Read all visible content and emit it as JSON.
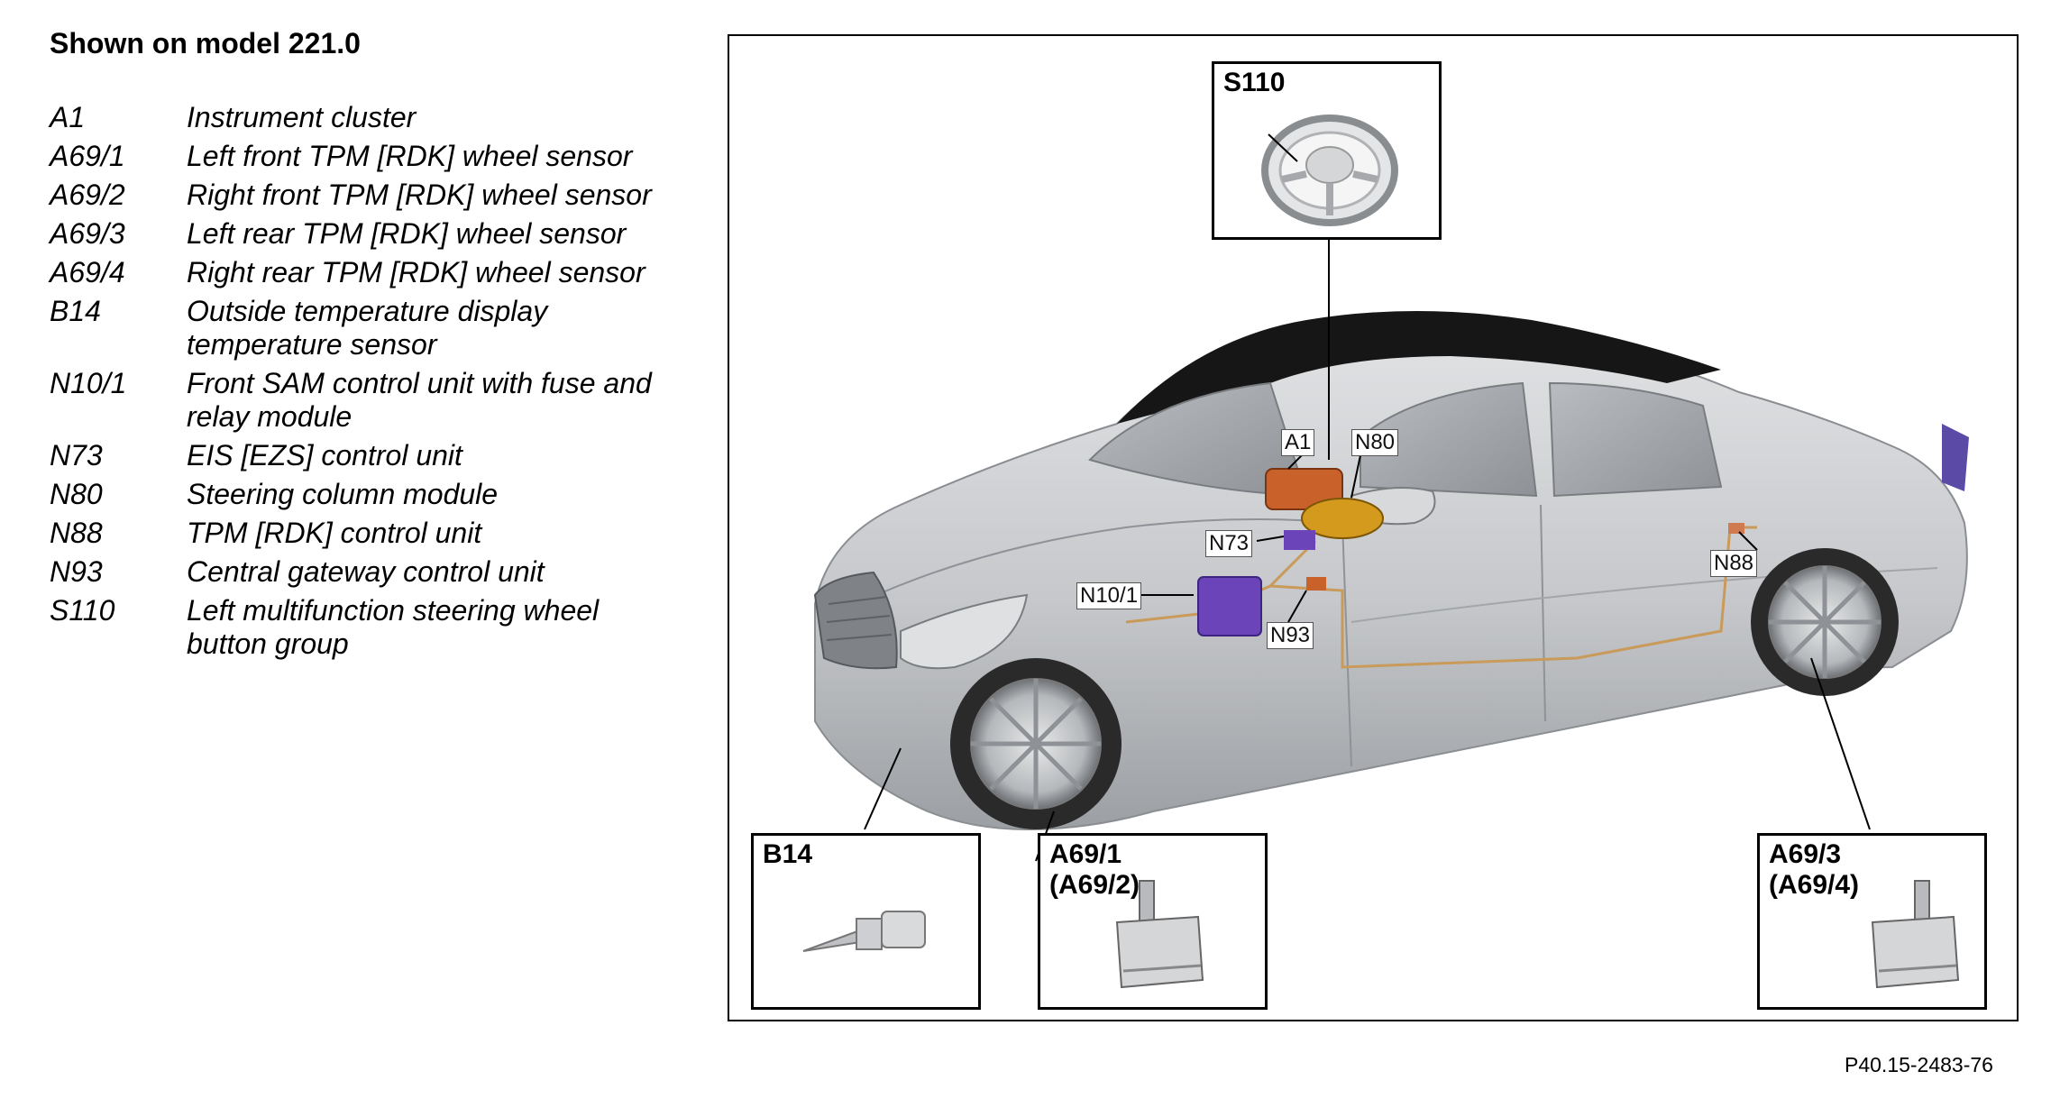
{
  "header": {
    "title": "Shown on model 221.0"
  },
  "legend": [
    {
      "code": "A1",
      "desc": "Instrument cluster"
    },
    {
      "code": "A69/1",
      "desc": "Left front TPM [RDK] wheel sensor"
    },
    {
      "code": "A69/2",
      "desc": "Right front TPM [RDK] wheel sensor"
    },
    {
      "code": "A69/3",
      "desc": "Left rear TPM [RDK] wheel sensor"
    },
    {
      "code": "A69/4",
      "desc": "Right rear TPM [RDK] wheel sensor"
    },
    {
      "code": "B14",
      "desc": "Outside temperature display temperature sensor"
    },
    {
      "code": "N10/1",
      "desc": "Front SAM control unit with fuse and relay module"
    },
    {
      "code": "N73",
      "desc": "EIS [EZS] control unit"
    },
    {
      "code": "N80",
      "desc": "Steering column module"
    },
    {
      "code": "N88",
      "desc": "TPM [RDK] control unit"
    },
    {
      "code": "N93",
      "desc": "Central gateway control unit"
    },
    {
      "code": "S110",
      "desc": "Left multifunction steering wheel button group"
    }
  ],
  "figure": {
    "insets": {
      "s110": {
        "title": "S110"
      },
      "b14": {
        "title": "B14"
      },
      "a69_front": {
        "title_line1": "A69/1",
        "title_line2": "(A69/2)"
      },
      "a69_rear": {
        "title_line1": "A69/3",
        "title_line2": "(A69/4)"
      }
    },
    "callouts": {
      "a1": "A1",
      "n80": "N80",
      "n73": "N73",
      "n10_1": "N10/1",
      "n93": "N93",
      "n88": "N88"
    },
    "colors": {
      "car_body": "#c4c6c9",
      "roof": "#1a1a1a",
      "instrument_cluster": "#c8622a",
      "steering_module": "#d49a1e",
      "control_units": "#6a44b8",
      "wiring": "#c99a5a"
    },
    "figure_id": "P40.15-2483-76"
  }
}
